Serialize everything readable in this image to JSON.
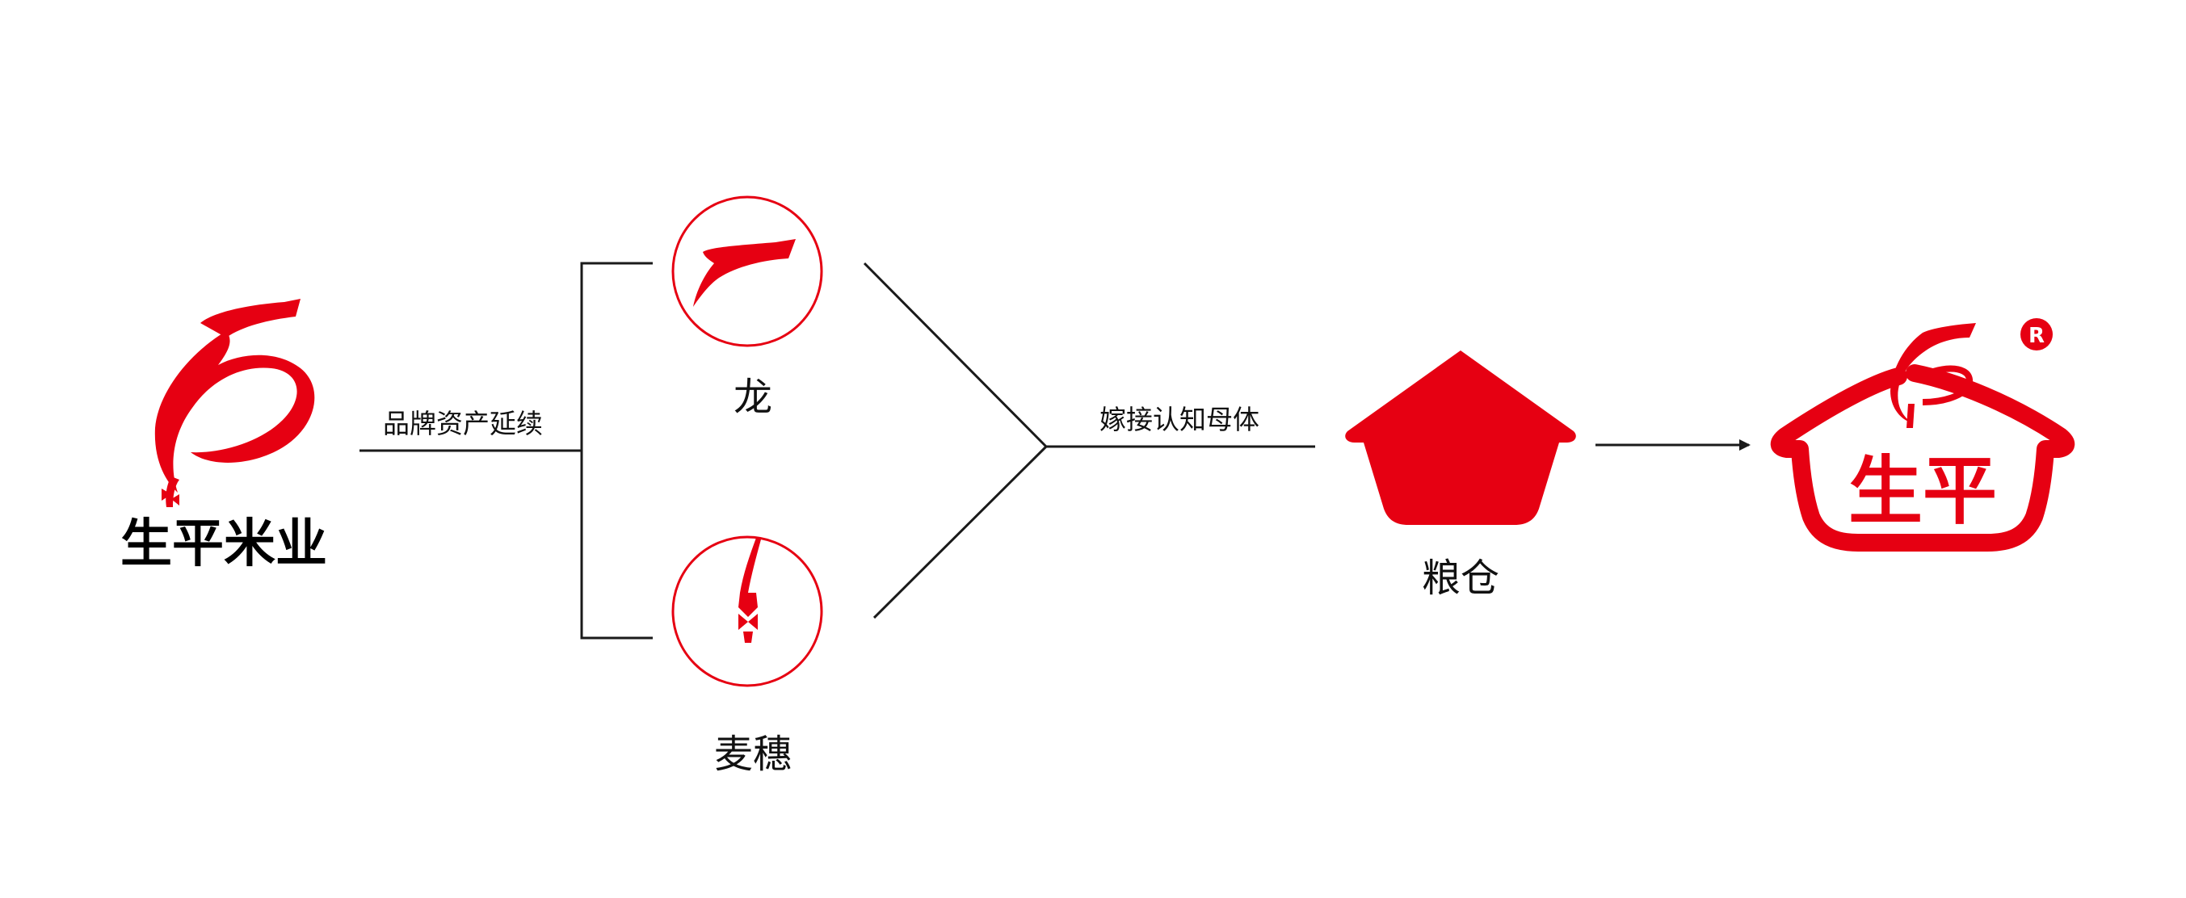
{
  "colors": {
    "brand_red": "#e60012",
    "line": "#1a1a1a",
    "text": "#111111",
    "wordmark": "#000000"
  },
  "labels": {
    "brand_continuation": "品牌资产延续",
    "dragon": "龙",
    "wheat": "麦穗",
    "graft": "嫁接认知母体",
    "granary": "粮仓"
  },
  "logos": {
    "original_wordmark": "生平米业",
    "final_wordmark": "生平",
    "registered_mark": "R"
  }
}
